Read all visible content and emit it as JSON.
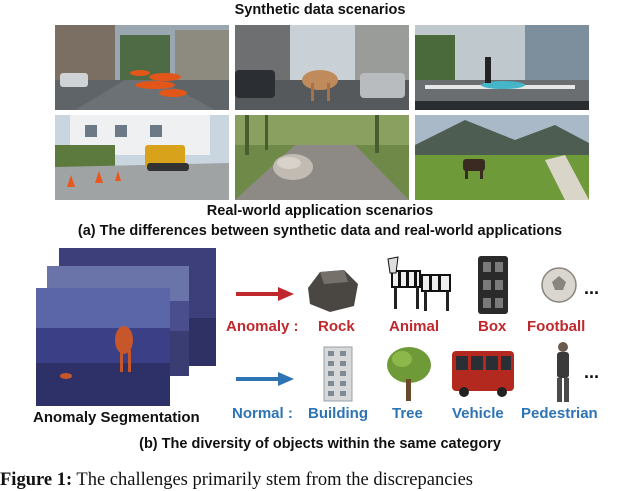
{
  "figure": {
    "synthetic_title": "Synthetic data scenarios",
    "real_title": "Real-world application scenarios",
    "caption_a": "(a) The differences between synthetic data and real-world applications",
    "caption_b": "(b) The diversity of objects within the same category",
    "segmentation_label": "Anomaly Segmentation",
    "anomaly": {
      "label": "Anomaly :",
      "items": [
        "Rock",
        "Animal",
        "Box",
        "Football"
      ],
      "more": "...",
      "color": "#c0282d"
    },
    "normal": {
      "label": "Normal :",
      "items": [
        "Building",
        "Tree",
        "Vehicle",
        "Pedestrian"
      ],
      "more": "...",
      "color": "#2e74b5"
    }
  },
  "caption": {
    "label": "Figure 1:",
    "text": "The challenges primarily stem from the discrepancies"
  }
}
